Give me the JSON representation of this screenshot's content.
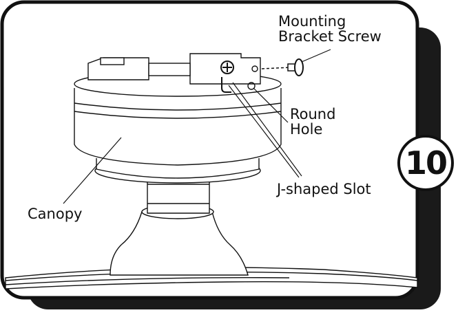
{
  "diagram": {
    "step_number": "10",
    "callouts": {
      "mounting_bracket_screw": "Mounting\nBracket Screw",
      "round_hole": "Round\nHole",
      "j_shaped_slot": "J-shaped Slot",
      "canopy": "Canopy"
    },
    "colors": {
      "frame_shadow": "#1a1a1a",
      "outline": "#111111",
      "background": "#ffffff"
    }
  }
}
